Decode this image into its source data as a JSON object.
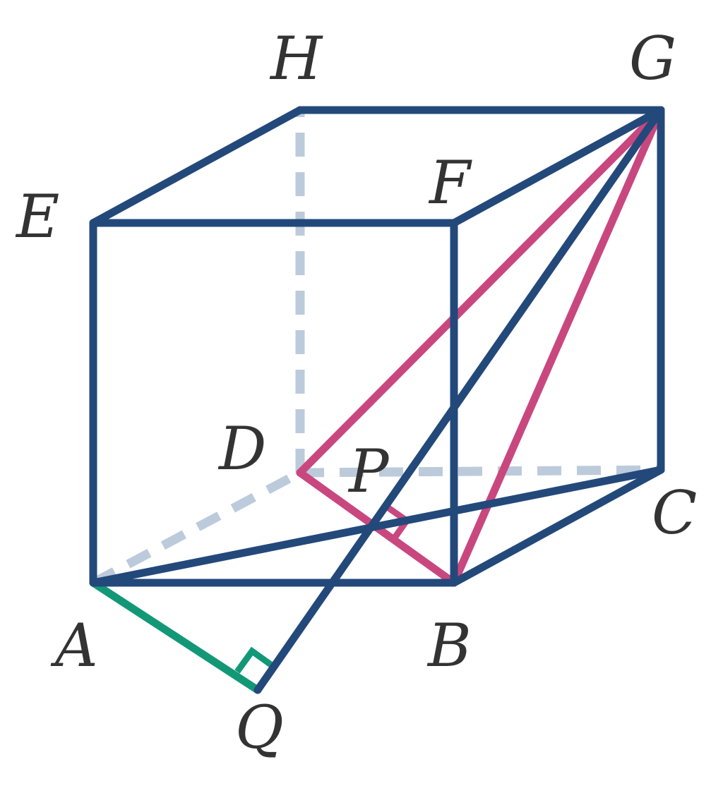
{
  "figure": {
    "colors": {
      "edge": "#23497a",
      "hidden": "#bccbdb",
      "accent": "#c9477f",
      "perp": "#139877",
      "label": "#333333"
    },
    "labels": {
      "A": "A",
      "B": "B",
      "C": "C",
      "D": "D",
      "E": "E",
      "F": "F",
      "G": "G",
      "H": "H",
      "P": "P",
      "Q": "Q"
    }
  }
}
